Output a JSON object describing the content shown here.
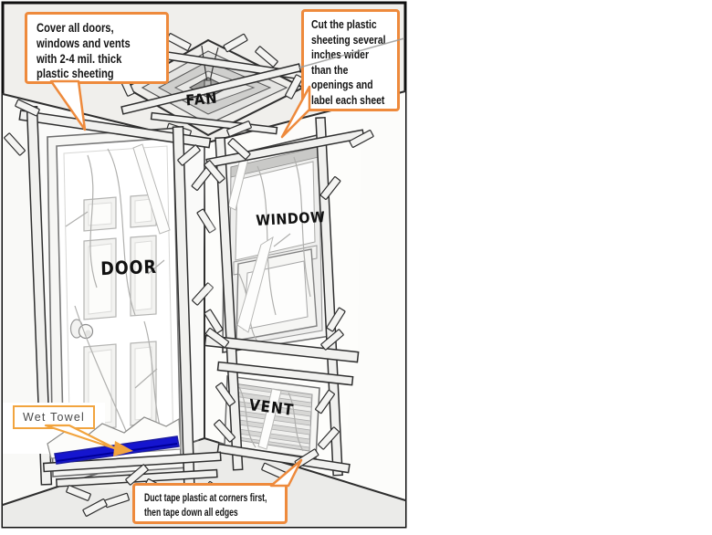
{
  "figure": {
    "type": "instructional-diagram",
    "subject": "Seal the room: cover doors, windows, vents and fans with plastic sheeting and duct tape; wet towel at door base"
  },
  "callouts": {
    "cover": "Cover all doors,\nwindows and vents\nwith 2-4 mil. thick\nplastic sheeting",
    "cut": "Cut the plastic\nsheeting several\ninches wider\nthan the\nopenings and\nlabel each sheet",
    "duct": "Duct tape plastic at corners first,\nthen tape down all edges",
    "wet_towel": "Wet Towel"
  },
  "labels": {
    "fan": "FAN",
    "door": "DOOR",
    "window": "WINDOW",
    "vent": "VENT"
  },
  "colors": {
    "accent_orange": "#ee8a3c",
    "wet_towel_orange": "#f2a43e",
    "towel_blue": "#1515cf",
    "ink": "#2e2e2e",
    "paper": "#f0efec"
  }
}
